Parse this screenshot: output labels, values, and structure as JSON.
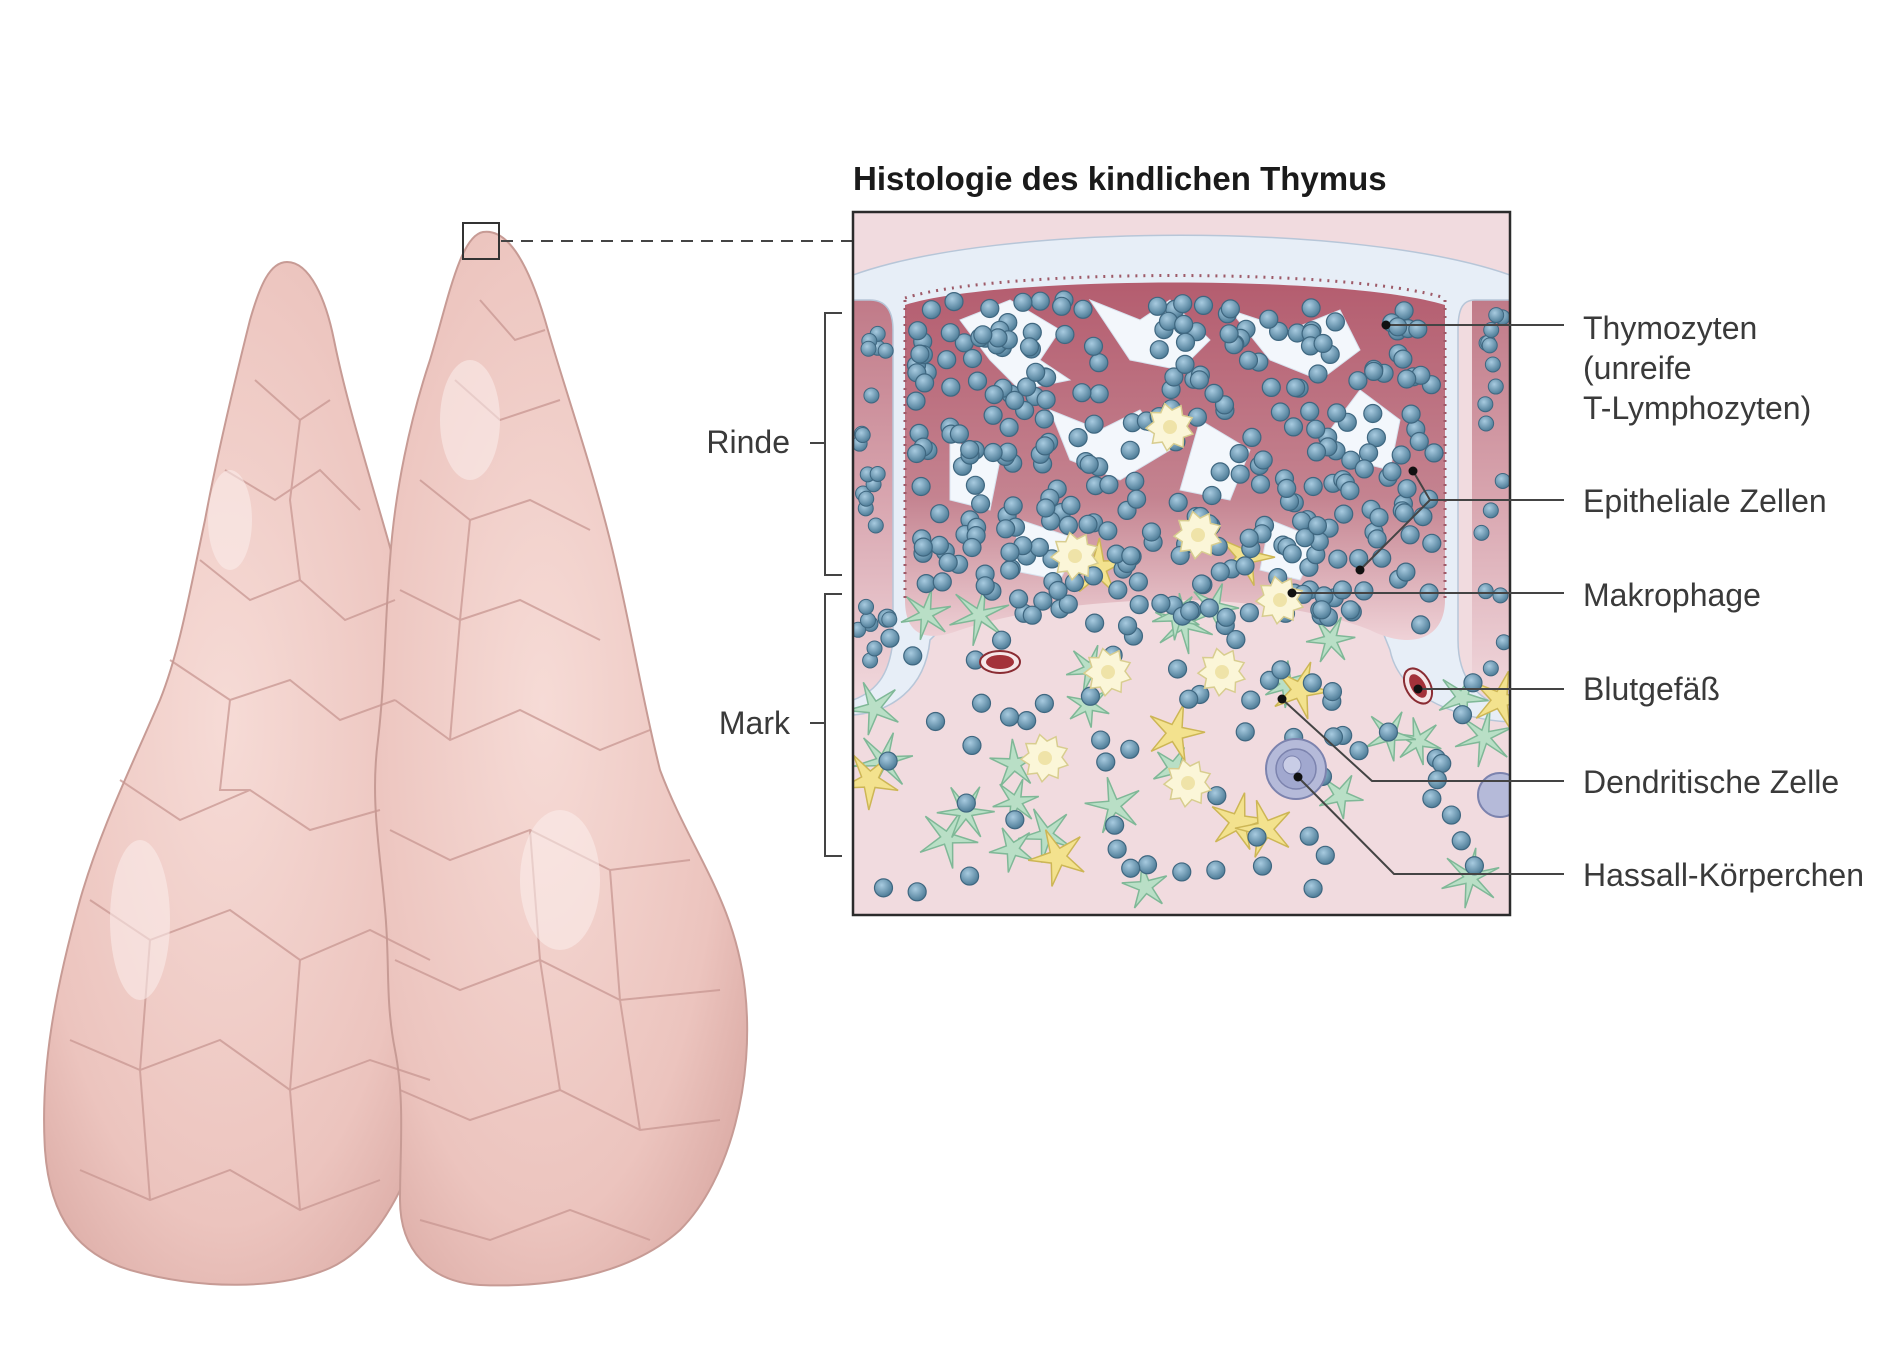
{
  "title": "Histologie des kindlichen Thymus",
  "regions": {
    "cortex": "Rinde",
    "medulla": "Mark"
  },
  "callouts": {
    "thymocytes": [
      "Thymozyten",
      "(unreife",
      "T-Lymphozyten)"
    ],
    "epithelial": "Epitheliale Zellen",
    "macrophage": "Makrophage",
    "blood_vessel": "Blutgefäß",
    "dendritic": "Dendritische Zelle",
    "hassall": "Hassall-Körperchen"
  },
  "colors": {
    "organ": "#f0c9c4",
    "organ_edge": "#caa09a",
    "thymocyte": "#6f9ab3",
    "epithelial": "#eef4fa",
    "cortex_bg": "#b56a78",
    "medulla_bg": "#f3dde1",
    "macrophage": "#fbf6d8",
    "dendritic_green": "#b9dfc6",
    "dendritic_yellow": "#f3e28e",
    "hassall": "#9aa2c7",
    "vessel": "#a3323a"
  }
}
